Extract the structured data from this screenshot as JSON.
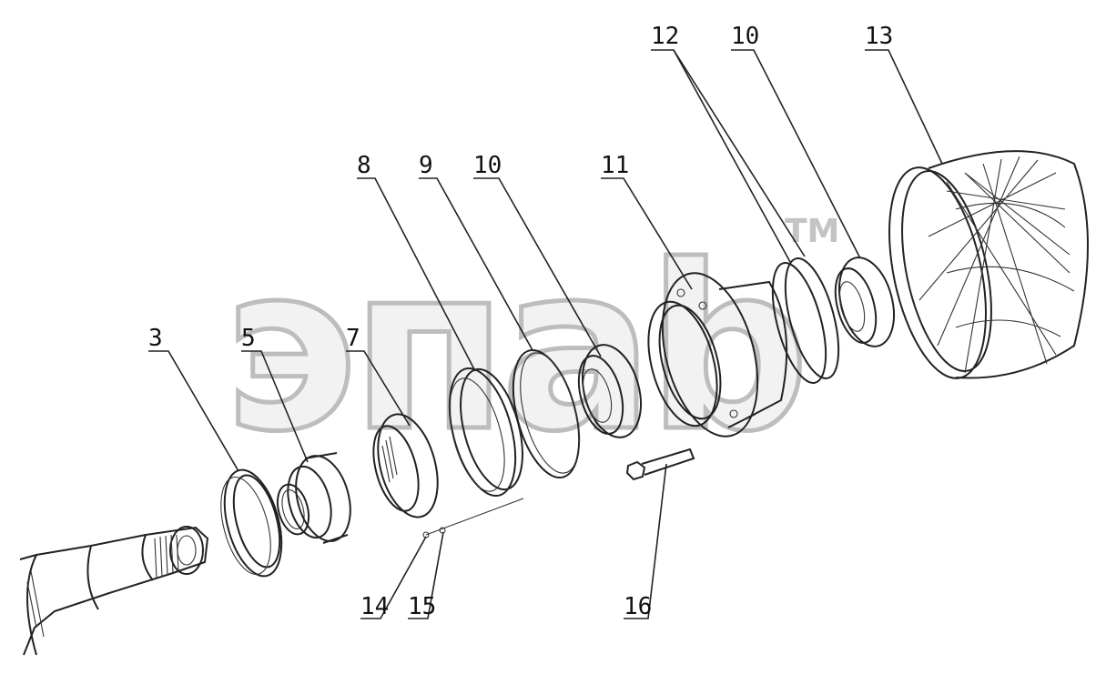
{
  "watermark": {
    "text": "эпаb",
    "mark": "TM"
  },
  "callouts": [
    {
      "id": "3",
      "label": "3"
    },
    {
      "id": "5",
      "label": "5"
    },
    {
      "id": "7",
      "label": "7"
    },
    {
      "id": "8",
      "label": "8"
    },
    {
      "id": "9",
      "label": "9"
    },
    {
      "id": "10a",
      "label": "10"
    },
    {
      "id": "11",
      "label": "11"
    },
    {
      "id": "12",
      "label": "12"
    },
    {
      "id": "10b",
      "label": "10"
    },
    {
      "id": "13",
      "label": "13"
    },
    {
      "id": "14",
      "label": "14"
    },
    {
      "id": "15",
      "label": "15"
    },
    {
      "id": "16",
      "label": "16"
    }
  ],
  "colors": {
    "line": "#222222",
    "watermark_stroke": "#bdbdbd"
  }
}
